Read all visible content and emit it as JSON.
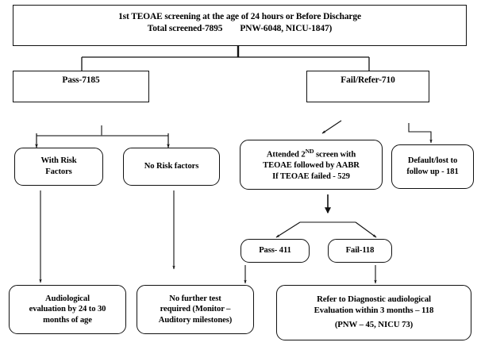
{
  "chart_data": {
    "type": "diagram",
    "title": "Newborn hearing screening protocol flowchart",
    "nodes": [
      {
        "id": "screening",
        "label": "1st TEOAE screening at the age of 24 hours or Before Discharge / Total screened-7895    PNW-6048, NICU-1847)",
        "value": 7895
      },
      {
        "id": "pass",
        "label": "Pass-7185",
        "value": 7185
      },
      {
        "id": "fail",
        "label": "Fail/Refer-710",
        "value": 710
      },
      {
        "id": "with_risk",
        "label": "With Risk Factors"
      },
      {
        "id": "no_risk",
        "label": "No Risk factors"
      },
      {
        "id": "attended",
        "label": "Attended 2ND screen with TEOAE followed by AABR If TEOAE failed - 529",
        "value": 529
      },
      {
        "id": "default_lost",
        "label": "Default/lost to follow up - 181",
        "value": 181
      },
      {
        "id": "pass411",
        "label": "Pass- 411",
        "value": 411
      },
      {
        "id": "fail118",
        "label": "Fail-118",
        "value": 118
      },
      {
        "id": "audiological",
        "label": "Audiological evaluation by 24 to 30 months of age"
      },
      {
        "id": "no_further",
        "label": "No further test required (Monitor - Auditory milestones)"
      },
      {
        "id": "refer",
        "label": "Refer to Diagnostic audiological Evaluation within 3 months - 118 (PNW - 45, NICU 73)",
        "value": 118
      }
    ],
    "edges": [
      {
        "from": "screening",
        "to": "pass"
      },
      {
        "from": "screening",
        "to": "fail"
      },
      {
        "from": "pass",
        "to": "with_risk"
      },
      {
        "from": "pass",
        "to": "no_risk"
      },
      {
        "from": "fail",
        "to": "attended"
      },
      {
        "from": "fail",
        "to": "default_lost"
      },
      {
        "from": "attended",
        "to": "pass411"
      },
      {
        "from": "attended",
        "to": "fail118"
      },
      {
        "from": "with_risk",
        "to": "audiological"
      },
      {
        "from": "no_risk",
        "to": "no_further"
      },
      {
        "from": "pass411",
        "to": "no_further"
      },
      {
        "from": "fail118",
        "to": "refer"
      }
    ]
  },
  "colors": {
    "stroke": "#111111",
    "background": "#ffffff",
    "text": "#000000"
  },
  "flowchart": {
    "screening": {
      "line1": "1st TEOAE screening at the age of 24 hours or Before Discharge",
      "line2_a": "Total screened-7895",
      "line2_b": "PNW-6048, NICU-1847)"
    },
    "pass": {
      "label": "Pass-7185"
    },
    "fail": {
      "label": "Fail/Refer-710"
    },
    "with_risk": {
      "line1": "With Risk",
      "line2": "Factors"
    },
    "no_risk": {
      "line1": "No Risk factors"
    },
    "attended": {
      "line1_a": "Attended  2",
      "line1_sup": "ND",
      "line1_b": " screen with",
      "line2": "TEOAE followed by AABR",
      "line3": "If TEOAE failed - 529"
    },
    "default_lost": {
      "line1": "Default/lost to",
      "line2": "follow up - 181"
    },
    "pass411": {
      "label": "Pass- 411"
    },
    "fail118": {
      "label": "Fail-118"
    },
    "audiological": {
      "line1": "Audiological",
      "line2": "evaluation by 24 to 30",
      "line3": "months of age"
    },
    "no_further": {
      "line1": "No further test",
      "line2": "required (Monitor –",
      "line3": "Auditory milestones)"
    },
    "refer": {
      "line1": "Refer to Diagnostic audiological",
      "line2": "Evaluation within 3 months – 118",
      "line3": "(PNW – 45, NICU  73)"
    }
  }
}
